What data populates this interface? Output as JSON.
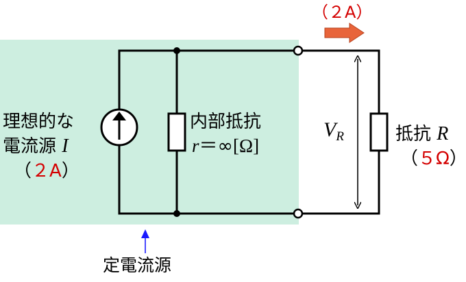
{
  "colors": {
    "shaded_region": "#cdeee0",
    "wire": "#000000",
    "current_arrow": "#e8643a",
    "value_text": "#d40000",
    "pointer_arrow": "#1a1aff"
  },
  "top_current": {
    "text": "（２A）",
    "arrow_icon": "right-arrow-icon"
  },
  "source": {
    "label_line1": "理想的な",
    "label_line2": "電流源 ",
    "symbol": "I",
    "value_open": "（",
    "value": "２A",
    "value_close": "）",
    "icon": "current-source-up-arrow-icon"
  },
  "internal_resistor": {
    "label_line1": "内部抵抗",
    "symbol": "r",
    "equals_infinity": "＝∞",
    "unit": "[Ω]"
  },
  "voltage": {
    "symbol": "V",
    "subscript": "R"
  },
  "load": {
    "label": "抵抗 ",
    "symbol": "R",
    "value_open": "（",
    "value": "５Ω",
    "value_close": "）"
  },
  "pointer": {
    "label": "定電流源"
  }
}
